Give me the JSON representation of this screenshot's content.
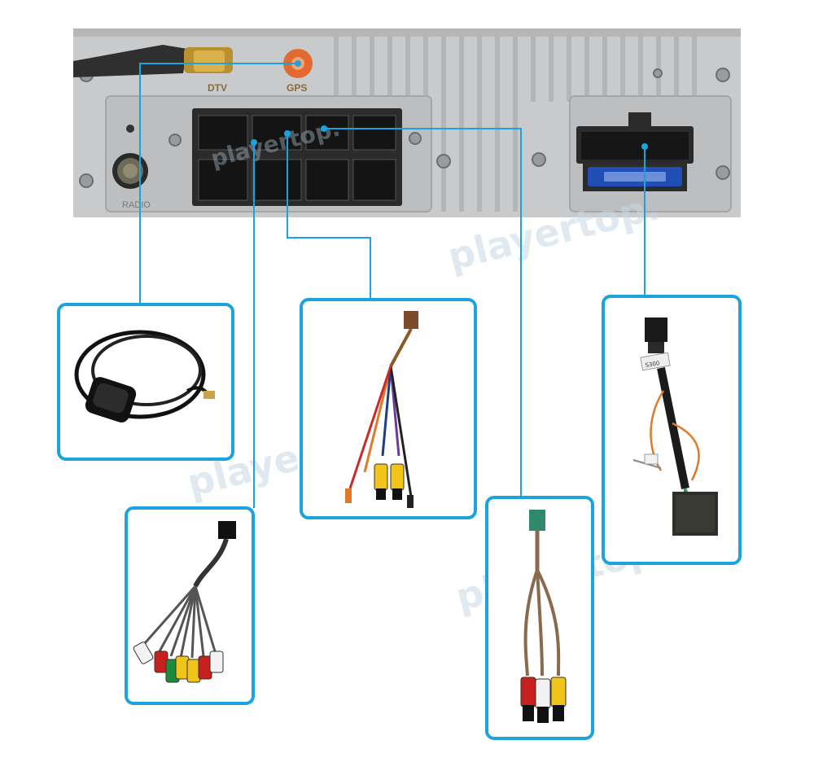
{
  "ports": {
    "dtv": "DTV",
    "gps": "GPS",
    "radio": "RADIO"
  },
  "watermark": "playertop.",
  "harness_labels": {
    "camera": "S300",
    "cable_tag": "S300"
  },
  "colors": {
    "leader_line": "#1aa3dd",
    "panel_border": "#1aa3dd",
    "chassis": "#c9cacb",
    "connector_block": "#2b2b2b",
    "fuse_blue": "#1f4fb5",
    "rca_red": "#c8201e",
    "rca_white": "#f2f2f2",
    "rca_yellow": "#f0c419",
    "rca_green": "#1f8a3a",
    "gps_antenna": "#111111"
  },
  "icons": {
    "gps_antenna": "gps-antenna-icon",
    "rca_cable": "rca-cable-icon",
    "camera_cable": "camera-cable-icon",
    "aux_cable": "aux-cable-icon",
    "power_harness": "power-harness-icon"
  }
}
